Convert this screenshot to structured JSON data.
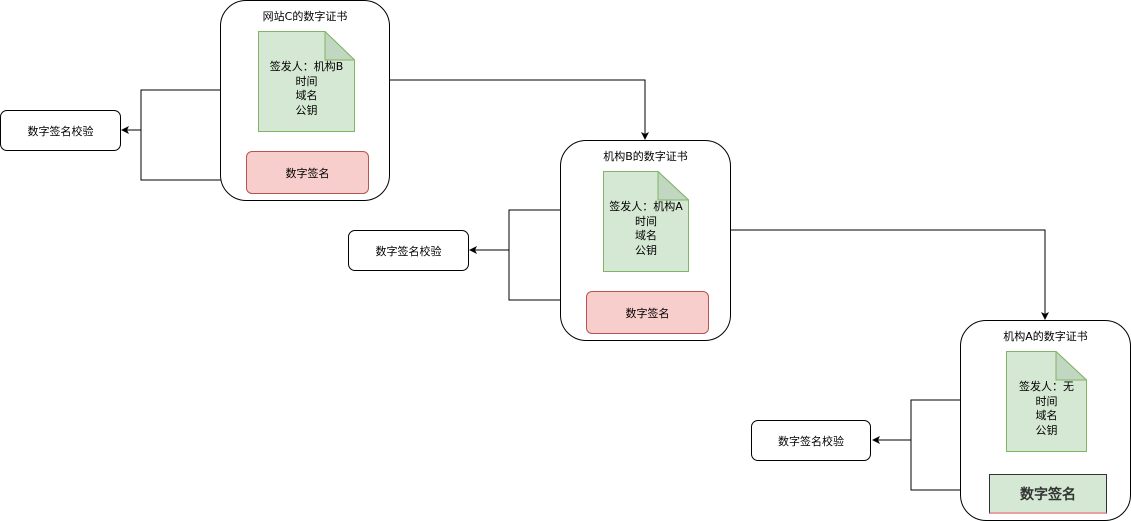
{
  "certificates": [
    {
      "title": "网站C的数字证书",
      "doc_lines": [
        "签发人：机构B",
        "时间",
        "域名",
        "公钥"
      ],
      "signature_label": "数字签名",
      "verify_label": "数字签名校验"
    },
    {
      "title": "机构B的数字证书",
      "doc_lines": [
        "签发人：机构A",
        "时间",
        "域名",
        "公钥"
      ],
      "signature_label": "数字签名",
      "verify_label": "数字签名校验"
    },
    {
      "title": "机构A的数字证书",
      "doc_lines": [
        "签发人：无",
        "时间",
        "域名",
        "公钥"
      ],
      "signature_label": "数字签名",
      "verify_label": "数字签名校验"
    }
  ],
  "colors": {
    "doc_fill": "#d5e8d4",
    "doc_stroke": "#82b366",
    "signature_fill": "#f8cecc",
    "signature_stroke": "#b85450",
    "line": "#000000"
  }
}
